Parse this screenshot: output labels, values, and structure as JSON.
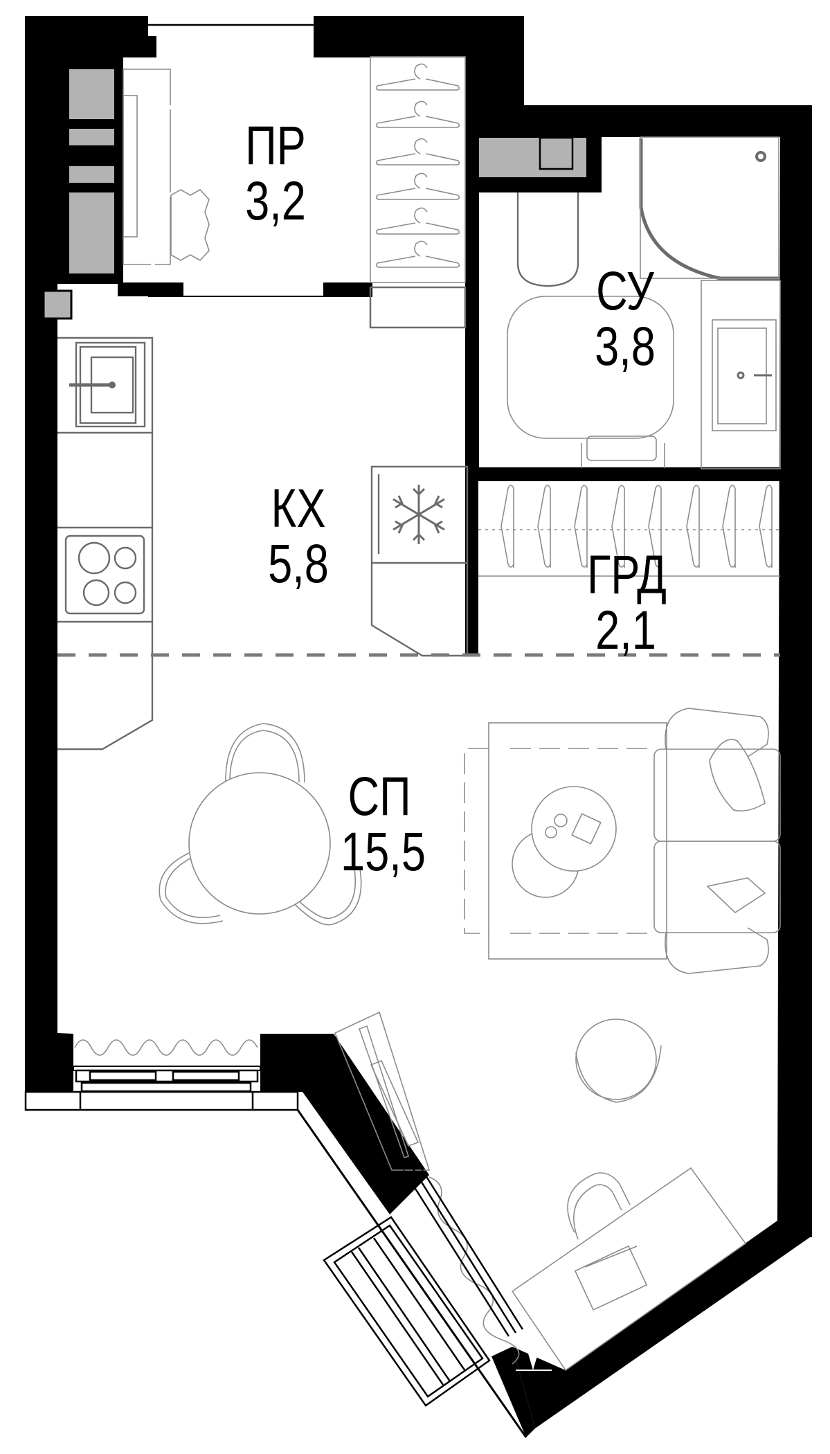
{
  "plan": {
    "type": "apartment-floor-plan",
    "colors": {
      "wall": "#000000",
      "fixture_fill": "#b3b3b3",
      "furniture_stroke": "#8c8c8c",
      "zone_divider": "#7a7a7a"
    }
  },
  "rooms": [
    {
      "code": "ПР",
      "area": "3,2"
    },
    {
      "code": "СУ",
      "area": "3,8"
    },
    {
      "code": "КХ",
      "area": "5,8"
    },
    {
      "code": "ГРД",
      "area": "2,1"
    },
    {
      "code": "СП",
      "area": "15,5"
    }
  ],
  "icons": {
    "fridge": "snowflake-icon",
    "entrance_arrow": "arrow-down-icon"
  }
}
